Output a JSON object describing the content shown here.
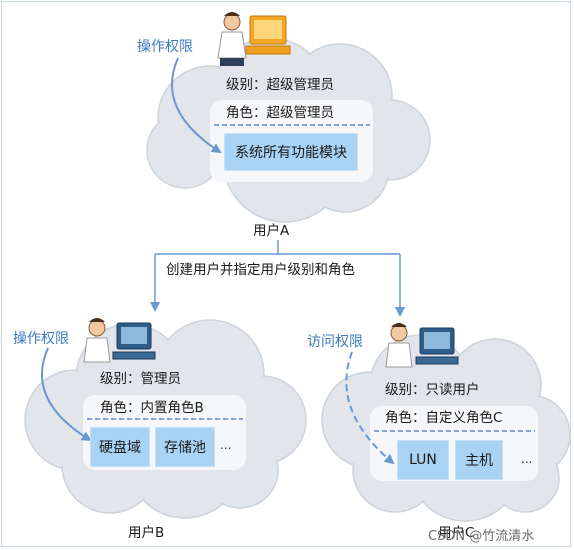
{
  "top": {
    "permission_label": "操作权限",
    "level": "级别：超级管理员",
    "role": "角色：超级管理员",
    "module": "系统所有功能模块",
    "user": "用户A"
  },
  "connector_label": "创建用户并指定用户级别和角色",
  "left": {
    "permission_label": "操作权限",
    "level": "级别：管理员",
    "role": "角色：内置角色B",
    "tiles": [
      "硬盘域",
      "存储池"
    ],
    "ellipsis": "...",
    "user": "用户B"
  },
  "right": {
    "permission_label": "访问权限",
    "level": "级别：只读用户",
    "role": "角色：自定义角色C",
    "tiles": [
      "LUN",
      "主机"
    ],
    "ellipsis": "...",
    "user": "用户C"
  },
  "watermark": "CSDN @竹流清水",
  "colors": {
    "cloud_fill": "#e2e6eb",
    "cloud_stroke": "#cdd3da",
    "panel_fill": "#f5f7f9",
    "dash": "#5b8ac7",
    "tile": "#a9d3f5",
    "accent": "#3d7ac2",
    "arrow": "#6a98d0"
  }
}
